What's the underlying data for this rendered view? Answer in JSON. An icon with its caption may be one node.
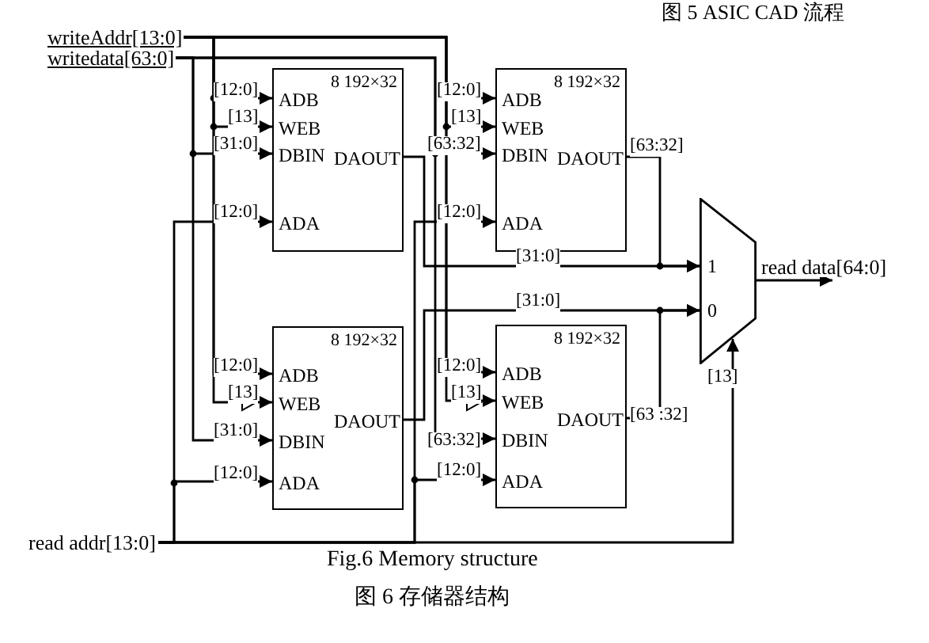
{
  "diagram": {
    "caption": "Fig.6 Memory structure",
    "nodes": [
      {
        "text": [
          "8 192×32",
          "ADB",
          "WEB",
          "DBIN",
          "DAOUT",
          "ADA"
        ]
      },
      {
        "text": [
          "8 192×32",
          "ADB",
          "WEB",
          "DBIN",
          "DAOUT",
          "ADA"
        ]
      },
      {
        "text": [
          "8 192×32",
          "ADB",
          "WEB",
          "DBIN",
          "DAOUT",
          "ADA"
        ]
      },
      {
        "text": [
          "8 192×32",
          "ADB",
          "WEB",
          "DBIN",
          "DAOUT",
          "ADA"
        ]
      },
      {
        "text": [
          "1",
          "0"
        ]
      },
      {
        "text": [
          "writeAddr[13:0]"
        ]
      },
      {
        "text": [
          "writedata[63:0]"
        ]
      },
      {
        "text": [
          "read addr[13:0]"
        ]
      }
    ],
    "edges": [
      {
        "from": 5,
        "to": 0,
        "arrow": "to",
        "label": "[12:0]"
      },
      {
        "from": 5,
        "to": 0,
        "arrow": "to",
        "label": "[13]"
      },
      {
        "from": 6,
        "to": 0,
        "arrow": "to",
        "label": "[31:0]"
      },
      {
        "from": 7,
        "to": 0,
        "arrow": "to",
        "label": "[12:0]"
      },
      {
        "from": 5,
        "to": 1,
        "arrow": "to",
        "label": "[12:0]"
      },
      {
        "from": 5,
        "to": 1,
        "arrow": "to",
        "label": "[13]"
      },
      {
        "from": 6,
        "to": 1,
        "arrow": "to",
        "label": "[63:32]"
      },
      {
        "from": 7,
        "to": 1,
        "arrow": "to",
        "label": "[12:0]"
      },
      {
        "from": 5,
        "to": 2,
        "arrow": "to",
        "label": "[12:0]"
      },
      {
        "from": 5,
        "to": 2,
        "arrow": "to",
        "label": "[13]"
      },
      {
        "from": 6,
        "to": 2,
        "arrow": "to",
        "label": "[31:0]"
      },
      {
        "from": 7,
        "to": 2,
        "arrow": "to",
        "label": "[12:0]"
      },
      {
        "from": 5,
        "to": 3,
        "arrow": "to",
        "label": "[12:0]"
      },
      {
        "from": 5,
        "to": 3,
        "arrow": "to",
        "label": "[13]"
      },
      {
        "from": 6,
        "to": 3,
        "arrow": "to",
        "label": "[63:32]"
      },
      {
        "from": 7,
        "to": 3,
        "arrow": "to",
        "label": "[12:0]"
      },
      {
        "from": 0,
        "to": 4,
        "arrow": "to",
        "label": "[31:0]"
      },
      {
        "from": 1,
        "to": 4,
        "arrow": "to",
        "label": "[63:32]"
      },
      {
        "from": 2,
        "to": 4,
        "arrow": "to",
        "label": "[31:0]"
      },
      {
        "from": 3,
        "to": 4,
        "arrow": "to",
        "label": "[63 :32]"
      },
      {
        "from": 7,
        "to": 4,
        "arrow": "to",
        "label": "[13]"
      },
      {
        "from": 4,
        "to": null,
        "arrow": "to",
        "label": "read data[64:0]"
      }
    ],
    "labels": [
      "图 5 ASIC CAD 流程",
      "图 6 存储器结构"
    ]
  }
}
